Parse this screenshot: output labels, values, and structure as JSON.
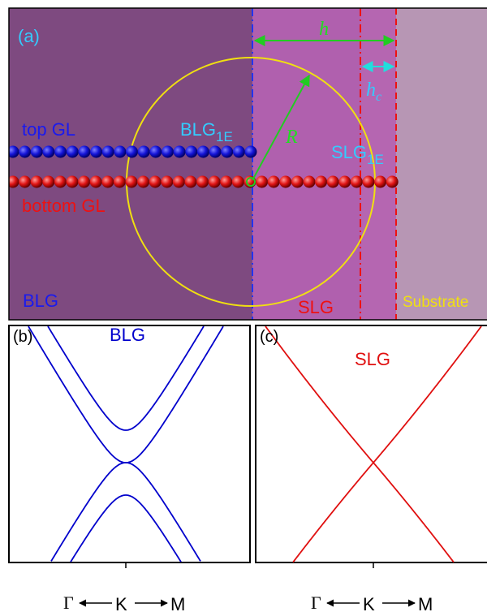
{
  "panel_a": {
    "label": "(a)",
    "h_label": "h",
    "hc_label": "h",
    "hc_sub": "c",
    "R_label": "R",
    "top_gl": "top GL",
    "bottom_gl": "bottom GL",
    "blg1e": "BLG",
    "blg1e_sub": "1E",
    "slg1e": "SLG",
    "slg1e_sub": "1E",
    "region_blg": "BLG",
    "region_slg": "SLG",
    "region_substrate": "Substrate",
    "colors": {
      "blg_region": "#7e4a80",
      "slg_region": "#b060ae",
      "slg_edge_region": "#b566b1",
      "substrate_region": "#b796b4",
      "top_atoms": "#1010e0",
      "bottom_atoms": "#e01010",
      "circle": "#f0e010",
      "h_arrow": "#22cc22",
      "hc_arrow": "#22dddd",
      "label_cyan": "#33ccff"
    }
  },
  "panel_b": {
    "label": "(b)",
    "title": "BLG",
    "color": "#0000cc",
    "x_axis": {
      "left": "Γ",
      "center": "K",
      "right": "M"
    }
  },
  "panel_c": {
    "label": "(c)",
    "title": "SLG",
    "color": "#e01010",
    "x_axis": {
      "left": "Γ",
      "center": "K",
      "right": "M"
    }
  }
}
